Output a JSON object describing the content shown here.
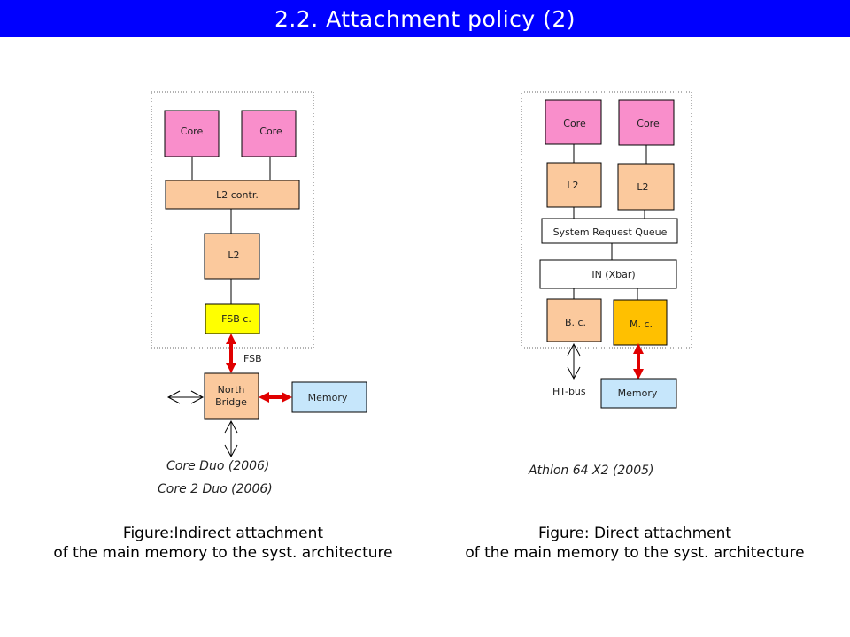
{
  "title": "2.2.  Attachment policy (2)",
  "colors": {
    "title_bar": "#0000ff",
    "core": "#f98ecb",
    "cache": "#fbc99d",
    "fsb_controller": "#ffff00",
    "memory": "#c6e6fb",
    "memory_controller": "#ffc000",
    "bus_arrow": "#e00000"
  },
  "left": {
    "core1": "Core",
    "core2": "Core",
    "l2_contr": "L2 contr.",
    "l2": "L2",
    "fsb_c": "FSB c.",
    "fsb_label": "FSB",
    "north_bridge_line1": "North",
    "north_bridge_line2": "Bridge",
    "memory": "Memory",
    "model1": "Core Duo (2006)",
    "model2": "Core 2 Duo (2006)",
    "caption_line1": "Figure:Indirect attachment",
    "caption_line2": "of the main memory to the syst. architecture"
  },
  "right": {
    "core1": "Core",
    "core2": "Core",
    "l2_1": "L2",
    "l2_2": "L2",
    "srq": "System Request Queue",
    "xbar": "IN (Xbar)",
    "bc": "B. c.",
    "mc": "M. c.",
    "ht_bus": "HT-bus",
    "memory": "Memory",
    "model": "Athlon 64 X2 (2005)",
    "caption_line1": "Figure: Direct attachment",
    "caption_line2": "of the main memory to the syst. architecture"
  }
}
